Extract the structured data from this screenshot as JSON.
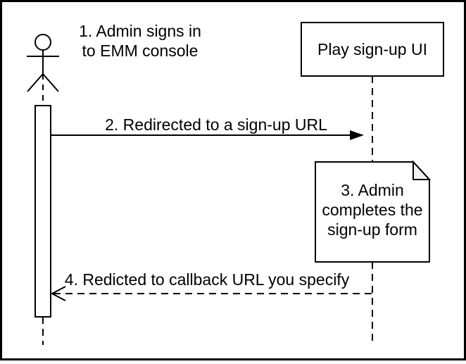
{
  "diagram_type": "sequence-diagram",
  "colors": {
    "stroke": "#000000",
    "background": "#ffffff",
    "note_fold": "#f2f2f2",
    "text": "#000000"
  },
  "actor": {
    "step1_label": {
      "lines": [
        "1. Admin signs in",
        "to EMM console"
      ]
    }
  },
  "objects": {
    "play_signup_ui": {
      "label": "Play sign-up UI"
    }
  },
  "messages": {
    "step2": {
      "label": "2. Redirected to a sign-up URL",
      "line_style": "solid",
      "arrowhead": "filled",
      "direction": "actor-to-play-signup-ui"
    },
    "step4": {
      "label": "4. Redicted to callback URL you specify",
      "line_style": "dashed",
      "arrowhead": "open",
      "direction": "play-signup-ui-to-actor"
    }
  },
  "note": {
    "step3_lines": [
      "3. Admin",
      "completes the",
      "sign-up form"
    ]
  }
}
